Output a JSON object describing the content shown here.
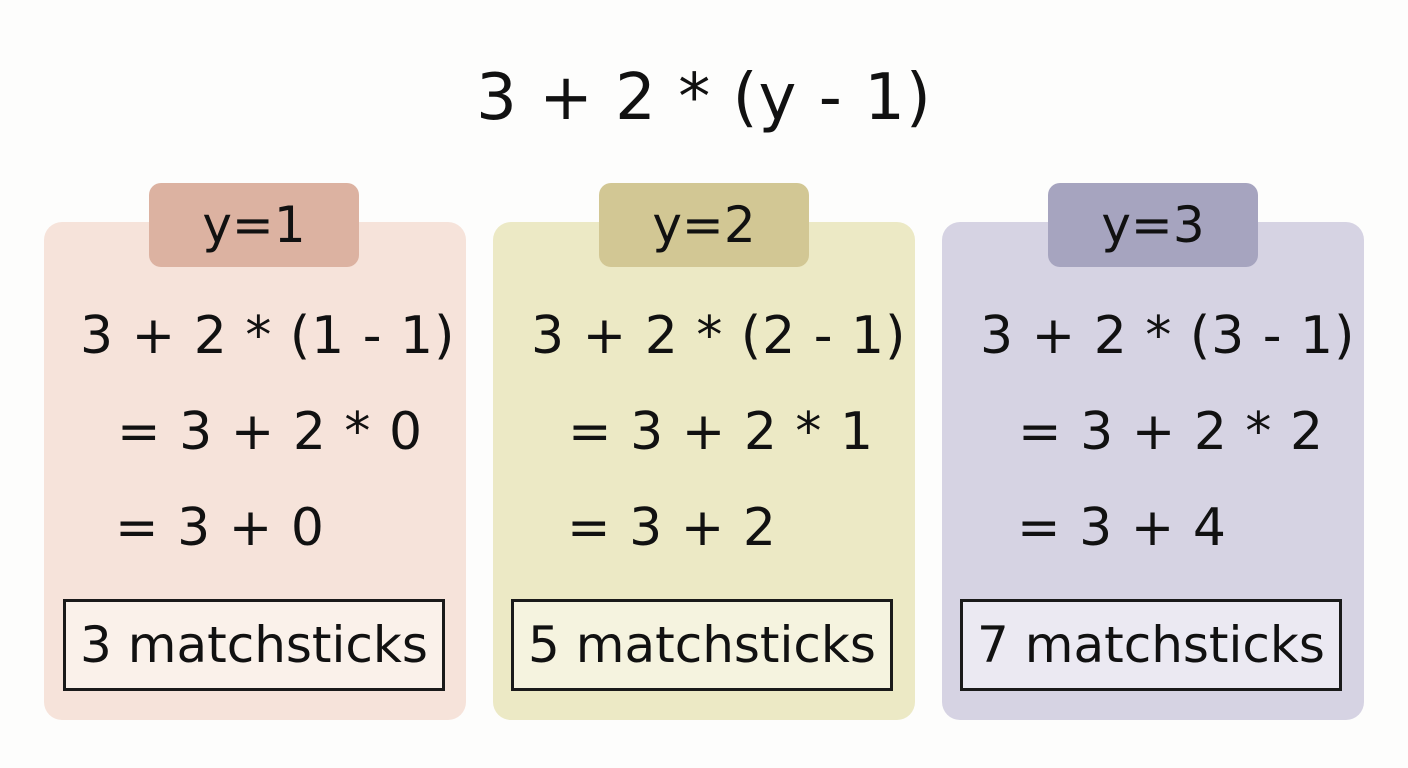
{
  "expression": "3 + 2 * (y - 1)",
  "colors": {
    "panel_1_bg": "#f6e3da",
    "panel_1_tab": "#dcb2a1",
    "panel_2_bg": "#ece9c5",
    "panel_2_tab": "#d2c794",
    "panel_3_bg": "#d6d3e3",
    "panel_3_tab": "#a6a4bf"
  },
  "panels": [
    {
      "label": "y=1",
      "substitution": "3 + 2 * (1 - 1)",
      "multiply_step": "= 3 + 2 * 0",
      "add_step": "= 3 + 0",
      "result": "3 matchsticks"
    },
    {
      "label": "y=2",
      "substitution": "3 + 2 * (2 - 1)",
      "multiply_step": "= 3 + 2 * 1",
      "add_step": "= 3 + 2",
      "result": "5 matchsticks"
    },
    {
      "label": "y=3",
      "substitution": "3 + 2 * (3 - 1)",
      "multiply_step": "= 3 + 2 * 2",
      "add_step": "= 3 + 4",
      "result": "7 matchsticks"
    }
  ]
}
